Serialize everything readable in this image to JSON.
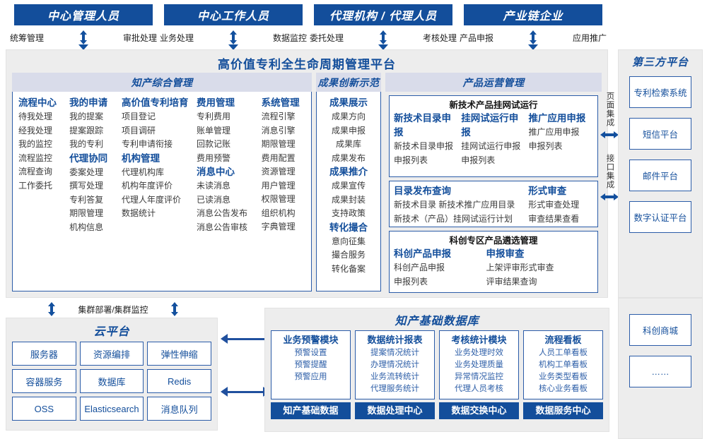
{
  "roles": [
    {
      "title": "中心管理人员",
      "left": "统筹管理",
      "right": "审批处理"
    },
    {
      "title": "中心工作人员",
      "left": "业务处理",
      "right": "数据监控"
    },
    {
      "title": "代理机构 / 代理人员",
      "left": "委托处理",
      "right": "考核处理"
    },
    {
      "title": "产业链企业",
      "left": "产品申报",
      "right": "应用推广"
    }
  ],
  "platform": {
    "title": "高价值专利全生命周期管理平台",
    "sections": {
      "comprehensive": {
        "title": "知产综合管理",
        "columns": [
          {
            "groups": [
              {
                "head": "流程中心",
                "items": [
                  "待我处理",
                  "经我处理",
                  "我的监控",
                  "流程监控",
                  "流程查询",
                  "工作委托"
                ]
              }
            ]
          },
          {
            "groups": [
              {
                "head": "我的申请",
                "items": [
                  "我的提案",
                  "提案跟踪",
                  "我的专利"
                ]
              },
              {
                "head": "代理协同",
                "items": [
                  "委案处理",
                  "撰写处理",
                  "专利答复",
                  "期限管理",
                  "机构信息"
                ]
              }
            ]
          },
          {
            "groups": [
              {
                "head": "高价值专利培育",
                "items": [
                  "项目登记",
                  "项目调研",
                  "专利申请衔接"
                ]
              },
              {
                "head": "机构管理",
                "items": [
                  "代理机构库",
                  "机构年度评价",
                  "代理人年度评价",
                  "数据统计"
                ]
              }
            ]
          },
          {
            "groups": [
              {
                "head": "费用管理",
                "items": [
                  "专利费用",
                  "账单管理",
                  "回款记账",
                  "费用预警"
                ]
              },
              {
                "head": "消息中心",
                "items": [
                  "未读消息",
                  "已读消息",
                  "消息公告发布",
                  "消息公告审核"
                ]
              }
            ]
          },
          {
            "groups": [
              {
                "head": "系统管理",
                "items": [
                  "流程引擎",
                  "消息引擎",
                  "期限管理",
                  "费用配置",
                  "资源管理",
                  "用户管理",
                  "权限管理",
                  "组织机构",
                  "字典管理"
                ]
              }
            ]
          }
        ]
      },
      "innovation": {
        "title": "成果创新示范",
        "groups": [
          {
            "head": "成果展示",
            "items": [
              "成果方向",
              "成果申报",
              "成果库",
              "成果发布"
            ]
          },
          {
            "head": "成果推介",
            "items": [
              "成果宣传",
              "成果封装",
              "支持政策"
            ]
          },
          {
            "head": "转化撮合",
            "items": [
              "意向征集",
              "撮合服务",
              "转化备案"
            ]
          }
        ]
      },
      "operations": {
        "title": "产品运营管理",
        "boxes": [
          {
            "caption": "新技术产品挂网试运行",
            "cells": [
              {
                "head": "新技术目录申报",
                "items": [
                  "新技术目录申报",
                  "申报列表"
                ]
              },
              {
                "head": "挂网试运行申报",
                "items": [
                  "挂网试运行申报",
                  "申报列表"
                ]
              },
              {
                "head": "推广应用申报",
                "items": [
                  "推广应用申报",
                  "申报列表"
                ]
              }
            ]
          },
          {
            "caption": "",
            "cells": [
              {
                "head": "目录发布查询",
                "items": [
                  "新技术目录    新技术推广应用目录",
                  "新技术（产品）挂网试运行计划"
                ]
              },
              {
                "head": "形式审查",
                "items": [
                  "形式审查处理",
                  "审查结果查看"
                ]
              }
            ]
          },
          {
            "caption": "科创专区产品遴选管理",
            "cells": [
              {
                "head": "科创产品申报",
                "items": [
                  "科创产品申报",
                  "申报列表"
                ]
              },
              {
                "head": "申报审查",
                "items": [
                  "上架评审形式审查",
                  "评审结果查询"
                ]
              }
            ]
          }
        ]
      }
    }
  },
  "integration": {
    "page_label": "页面集成",
    "api_label": "接口集成"
  },
  "third_party": {
    "title": "第三方平台",
    "items": [
      "专利检索系统",
      "短信平台",
      "邮件平台",
      "数字认证平台",
      "科创商城",
      "……"
    ]
  },
  "cluster_label": "集群部署/集群监控",
  "cloud": {
    "title": "云平台",
    "items": [
      "服务器",
      "资源编排",
      "弹性伸缩",
      "容器服务",
      "数据库",
      "Redis",
      "OSS",
      "Elasticsearch",
      "消息队列"
    ]
  },
  "knowledge_base": {
    "title": "知产基础数据库",
    "columns": [
      {
        "head": "业务预警模块",
        "items": [
          "预警设置",
          "预警提醒",
          "预警应用"
        ],
        "footer": "知产基础数据"
      },
      {
        "head": "数据统计报表",
        "items": [
          "提案情况统计",
          "办理情况统计",
          "业务流转统计",
          "代理服务统计"
        ],
        "footer": "数据处理中心"
      },
      {
        "head": "考核统计模块",
        "items": [
          "业务处理时效",
          "业务处理质量",
          "异常情况监控",
          "代理人员考核"
        ],
        "footer": "数据交换中心"
      },
      {
        "head": "流程看板",
        "items": [
          "人员工单看板",
          "机构工单看板",
          "业务类型看板",
          "核心业务看板"
        ],
        "footer": "数据服务中心"
      }
    ]
  },
  "colors": {
    "brand_blue": "#134E9B",
    "border_blue": "#2B5CA8",
    "arrow_blue": "#20509E",
    "panel_grey": "#EDEDED",
    "head_lavender": "#D9DCEA"
  }
}
